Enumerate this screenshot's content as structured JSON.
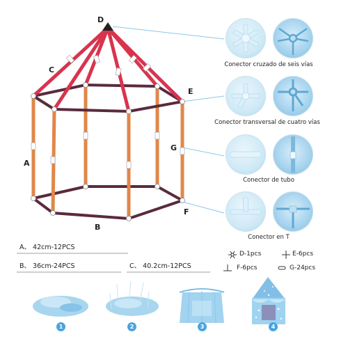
{
  "points": {
    "a": "A",
    "b": "B",
    "c": "C",
    "d": "D",
    "e": "E",
    "f": "F",
    "g": "G"
  },
  "connectors": [
    {
      "title": "Conector cruzado de seis vías"
    },
    {
      "title": "Conector transversal de cuatro vías"
    },
    {
      "title": "Conector de tubo"
    },
    {
      "title": "Conector en T"
    }
  ],
  "specs": {
    "a": "A、 42cm-12PCS",
    "b": "B、 36cm-24PCS",
    "c": "C、 40.2cm-12PCS"
  },
  "legend": {
    "d": "D-1pcs",
    "e": "E-6pcs",
    "f": "F-6pcs",
    "g": "G-24pcs"
  },
  "steps": [
    "1",
    "2",
    "3",
    "4"
  ],
  "colors": {
    "upright": "#e0874a",
    "roof": "#d8344e",
    "rail": "#5a2a3e",
    "guide": "#8fc6ea",
    "tent": "#9fd3f0",
    "badge": "#4aa3e0"
  }
}
